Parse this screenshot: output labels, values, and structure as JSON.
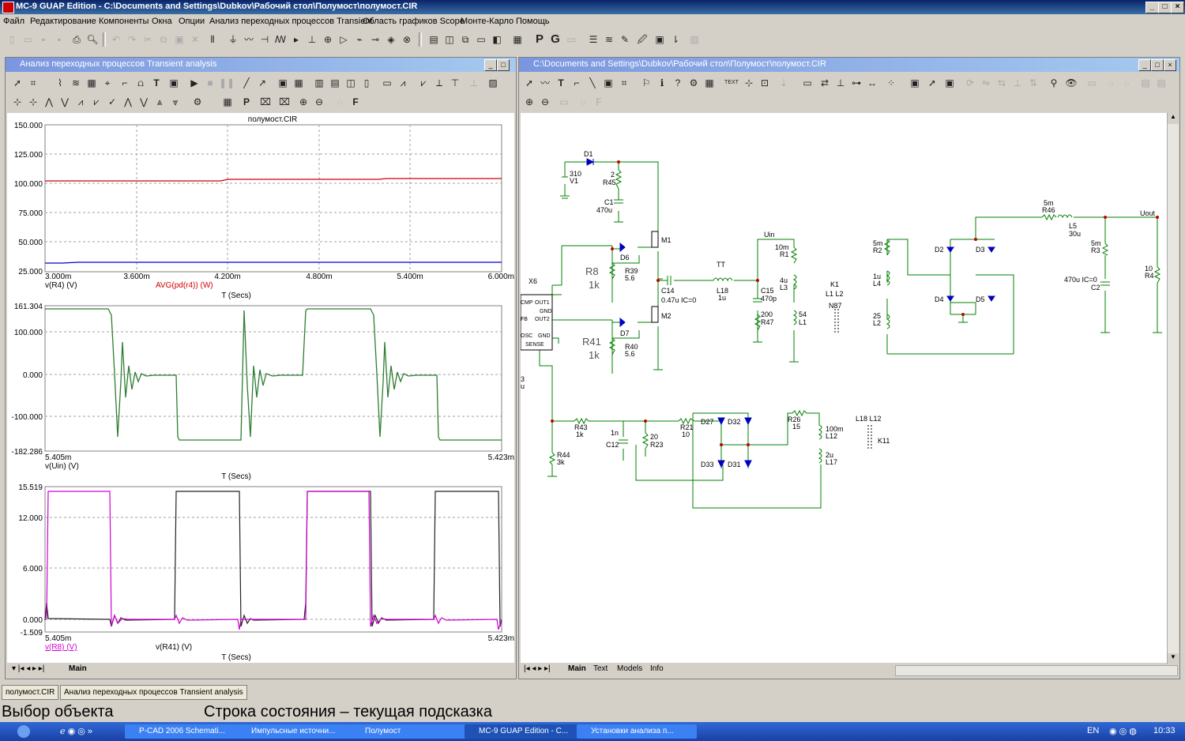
{
  "window": {
    "title": "MC-9 GUAP Edition - C:\\Documents and Settings\\Dubkov\\Рабочий стол\\Полумост\\полумост.CIR"
  },
  "menu": [
    "Файл",
    "Редактирование",
    "Компоненты",
    "Окна",
    "Опции",
    "Анализ переходных процессов Transient",
    "Область графиков Scope",
    "Монте-Карло",
    "Помощь"
  ],
  "left_window": {
    "title": "Анализ переходных процессов Transient analysis",
    "plot1": {
      "title": "полумост.CIR",
      "yticks": [
        "150.000",
        "125.000",
        "100.000",
        "75.000",
        "50.000",
        "25.000"
      ],
      "xticks": [
        "3.000m",
        "3.600m",
        "4.200m",
        "4.800m",
        "5.400m",
        "6.000m"
      ],
      "legend1": "v(R4) (V)",
      "legend2": "AVG(pd(r4)) (W)",
      "xlabel": "T (Secs)"
    },
    "plot2": {
      "yticks": [
        "161.304",
        "100.000",
        "0.000",
        "-100.000",
        "-182.286"
      ],
      "xstart": "5.405m",
      "xend": "5.423m",
      "legend1": "v(Uin) (V)",
      "xlabel": "T (Secs)"
    },
    "plot3": {
      "yticks": [
        "15.519",
        "12.000",
        "6.000",
        "0.000",
        "-1.509"
      ],
      "xstart": "5.405m",
      "xend": "5.423m",
      "legend1": "v(R8) (V)",
      "legend2": "v(R41) (V)",
      "xlabel": "T (Secs)"
    },
    "tab": "Main"
  },
  "right_window": {
    "title": "C:\\Documents and Settings\\Dubkov\\Рабочий стол\\Полумост\\полумост.CIR",
    "tabs": [
      "Main",
      "Text",
      "Models",
      "Info"
    ],
    "labels": {
      "d1": "D1",
      "v1a": "310",
      "v1b": "V1",
      "r45a": "2",
      "r45b": "R45",
      "c1a": "C1",
      "c1b": "470u",
      "m1": "M1",
      "m2": "M2",
      "d6": "D6",
      "d7": "D7",
      "r8": "R8",
      "r8v": "1k",
      "r39": "R39",
      "r39v": "5.6",
      "r41": "R41",
      "r41v": "1k",
      "r40": "R40",
      "r40v": "5.6",
      "x6": "X6",
      "pins": [
        "CMP",
        "OUT1",
        "GND",
        "FB",
        "OUT2",
        "OSC",
        "GND",
        "SENSE"
      ],
      "c14": "C14",
      "c14v": "0.47u IC=0",
      "tt": "TT",
      "l18": "L18",
      "l18v": "1u",
      "uin": "Uin",
      "r1a": "10m",
      "r1b": "R1",
      "l3a": "4u",
      "l3b": "L3",
      "c15a": "C15",
      "c15b": "470p",
      "r47a": "200",
      "r47b": "R47",
      "l1a": "54",
      "l1b": "L1",
      "k1": "K1",
      "k1b": "L1 L2",
      "n87": "N87",
      "r2a": "5m",
      "r2b": "R2",
      "l4a": "1u",
      "l4b": "L4",
      "l2a": "25",
      "l2b": "L2",
      "d2": "D2",
      "d3": "D3",
      "d4": "D4",
      "d5": "D5",
      "r46a": "5m",
      "r46b": "R46",
      "l5a": "L5",
      "l5b": "30u",
      "r3a": "5m",
      "r3b": "R3",
      "c2a": "470u IC=0",
      "c2b": "C2",
      "uout": "Uout",
      "r4a": "10",
      "r4b": "R4",
      "x3a": "3",
      "x3b": "u",
      "r43a": "R43",
      "r43b": "1k",
      "r44a": "R44",
      "r44b": "3k",
      "c12a": "1n",
      "c12b": "C12",
      "r23a": "20",
      "r23b": "R23",
      "r21a": "R21",
      "r21b": "10",
      "d27": "D27",
      "d32": "D32",
      "d33": "D33",
      "d31": "D31",
      "r26a": "R26",
      "r26b": "15",
      "l12a": "100m",
      "l12b": "L12",
      "l17a": "2u",
      "l17b": "L17",
      "k11a": "L18 L12",
      "k11b": "K11"
    }
  },
  "doc_tabs": [
    "полумост.CIR",
    "Анализ переходных процессов Transient analysis"
  ],
  "status": {
    "left": "Выбор объекта",
    "right": "Строка состояния – текущая подсказка"
  },
  "taskbar": {
    "items": [
      "P-CAD 2006 Schemati...",
      "Импульсные источни...",
      "Полумост",
      "MC-9 GUAP Edition - C...",
      "Установки анализа п..."
    ],
    "lang": "EN",
    "clock": "10:33"
  },
  "colors": {
    "red": "#d00000",
    "blue": "#0000d0",
    "green": "#2e7d32",
    "magenta": "#d000d0",
    "wire": "#008000",
    "part": "#0000c0"
  }
}
